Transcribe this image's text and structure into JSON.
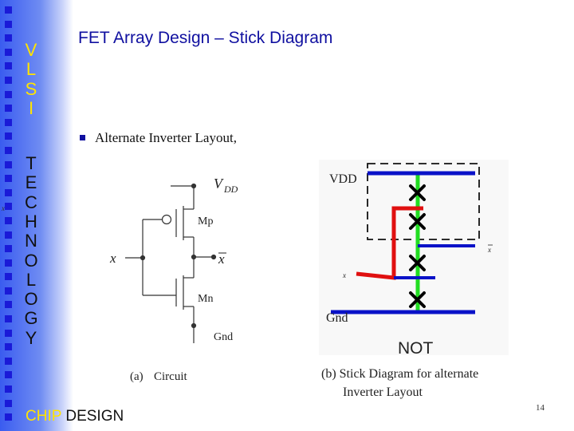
{
  "sidebar": {
    "vlsi_letters": [
      "V",
      "L",
      "S",
      "I"
    ],
    "technology_letters": [
      "T",
      "E",
      "C",
      "H",
      "N",
      "O",
      "L",
      "O",
      "G",
      "Y"
    ],
    "stray_label": "x",
    "footer_chip": "CHIP",
    "footer_design": "DESIGN",
    "colors": {
      "accent": "#ffe400",
      "bullet": "#1a1ad8"
    }
  },
  "slide": {
    "title": "FET Array Design – Stick Diagram",
    "bullet": "Alternate Inverter Layout,",
    "page_number": "14"
  },
  "circuit": {
    "vdd_label": "V",
    "vdd_sub": "DD",
    "mp_label": "Mp",
    "mn_label": "Mn",
    "input_label": "x",
    "output_label": "x",
    "gnd_label": "Gnd",
    "caption_a": "(a)",
    "caption_b": "Circuit"
  },
  "stick": {
    "vdd_label": "VDD",
    "gnd_label": "Gnd",
    "input_label": "x",
    "output_label": "x",
    "not_label": "NOT",
    "caption_line1": "(b) Stick Diagram for alternate",
    "caption_line2": "Inverter Layout",
    "colors": {
      "metal": "#0a12c8",
      "poly": "#e01010",
      "diffusion": "#22dd22",
      "contact": "#000000"
    }
  }
}
